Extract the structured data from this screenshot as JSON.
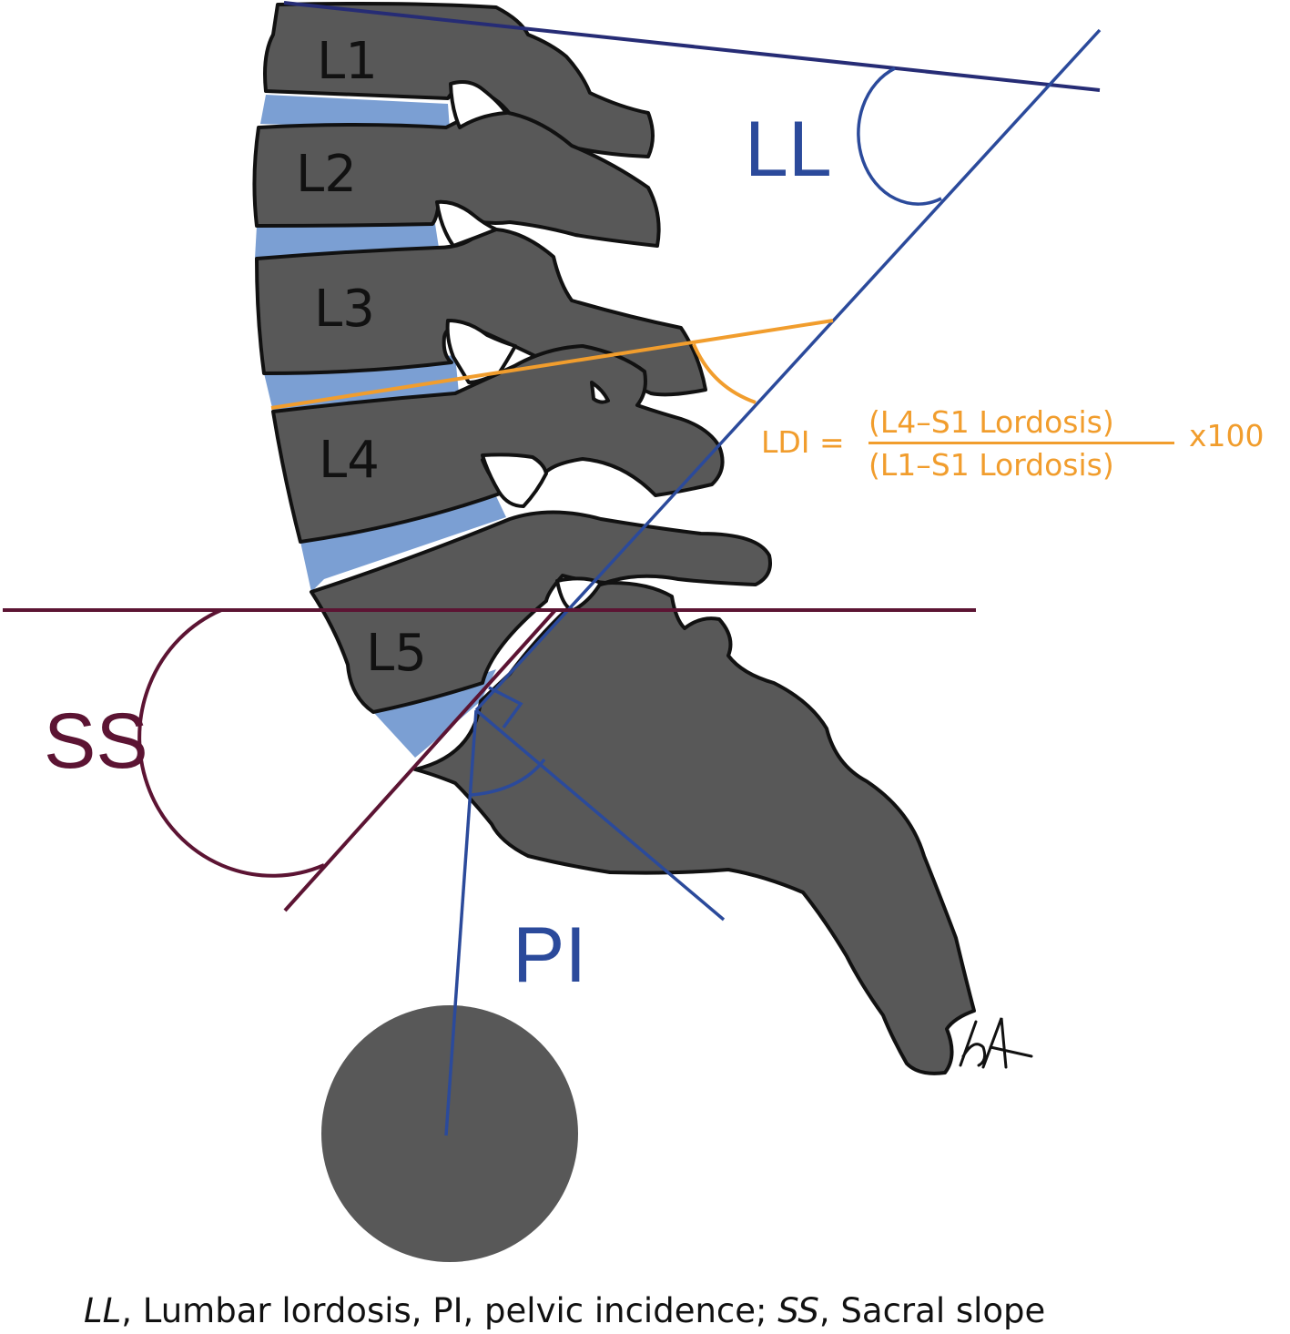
{
  "labels": {
    "vertebrae": [
      "L1",
      "L2",
      "L3",
      "L4",
      "L5"
    ],
    "lumbar_lordosis": "LL",
    "sacral_slope": "SS",
    "pelvic_incidence": "PI"
  },
  "formula": {
    "lhs": "LDI =",
    "numerator": "(L4–S1 Lordosis)",
    "denominator": "(L1–S1 Lordosis)",
    "multiplier": "x100"
  },
  "caption": {
    "ll_abbr": "LL",
    "ll_text": ", Lumbar lordosis, PI, pelvic incidence; ",
    "ss_abbr": "SS",
    "ss_text": ", Sacral slope"
  },
  "colors": {
    "bone": "#585858",
    "disc": "#7b9fd3",
    "blue_line": "#2b4a9b",
    "navy_line": "#262c75",
    "maroon_line": "#5c1433",
    "orange_line": "#f19d2d",
    "text": "#111111"
  }
}
